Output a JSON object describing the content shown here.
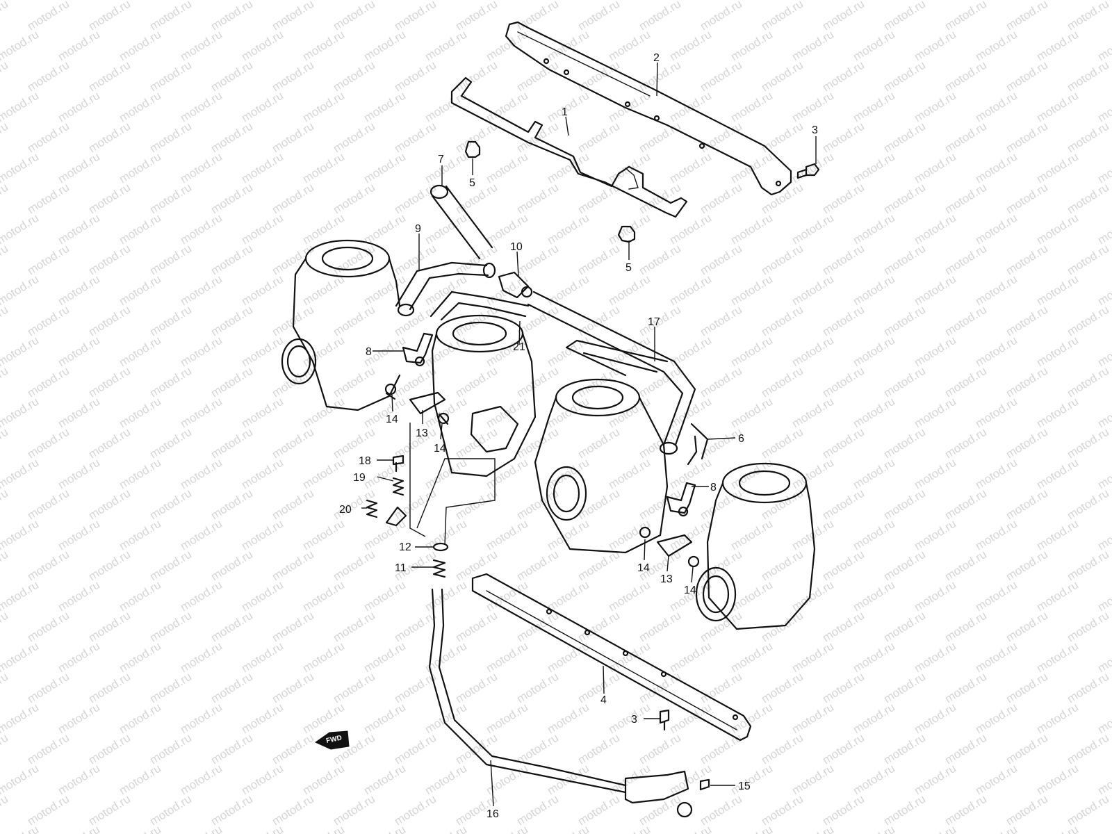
{
  "watermark": "motod.ru",
  "fwd_label": "FWD",
  "callouts": [
    {
      "id": "c1",
      "text": "1"
    },
    {
      "id": "c2",
      "text": "2"
    },
    {
      "id": "c3a",
      "text": "3"
    },
    {
      "id": "c3b",
      "text": "3"
    },
    {
      "id": "c4",
      "text": "4"
    },
    {
      "id": "c5a",
      "text": "5"
    },
    {
      "id": "c5b",
      "text": "5"
    },
    {
      "id": "c6",
      "text": "6"
    },
    {
      "id": "c7",
      "text": "7"
    },
    {
      "id": "c8a",
      "text": "8"
    },
    {
      "id": "c8b",
      "text": "8"
    },
    {
      "id": "c9",
      "text": "9"
    },
    {
      "id": "c10",
      "text": "10"
    },
    {
      "id": "c11",
      "text": "11"
    },
    {
      "id": "c12",
      "text": "12"
    },
    {
      "id": "c13a",
      "text": "13"
    },
    {
      "id": "c13b",
      "text": "13"
    },
    {
      "id": "c14a",
      "text": "14"
    },
    {
      "id": "c14b",
      "text": "14"
    },
    {
      "id": "c14c",
      "text": "14"
    },
    {
      "id": "c14d",
      "text": "14"
    },
    {
      "id": "c15",
      "text": "15"
    },
    {
      "id": "c16",
      "text": "16"
    },
    {
      "id": "c17",
      "text": "17"
    },
    {
      "id": "c18",
      "text": "18"
    },
    {
      "id": "c19",
      "text": "19"
    },
    {
      "id": "c20",
      "text": "20"
    },
    {
      "id": "c21",
      "text": "21"
    }
  ]
}
